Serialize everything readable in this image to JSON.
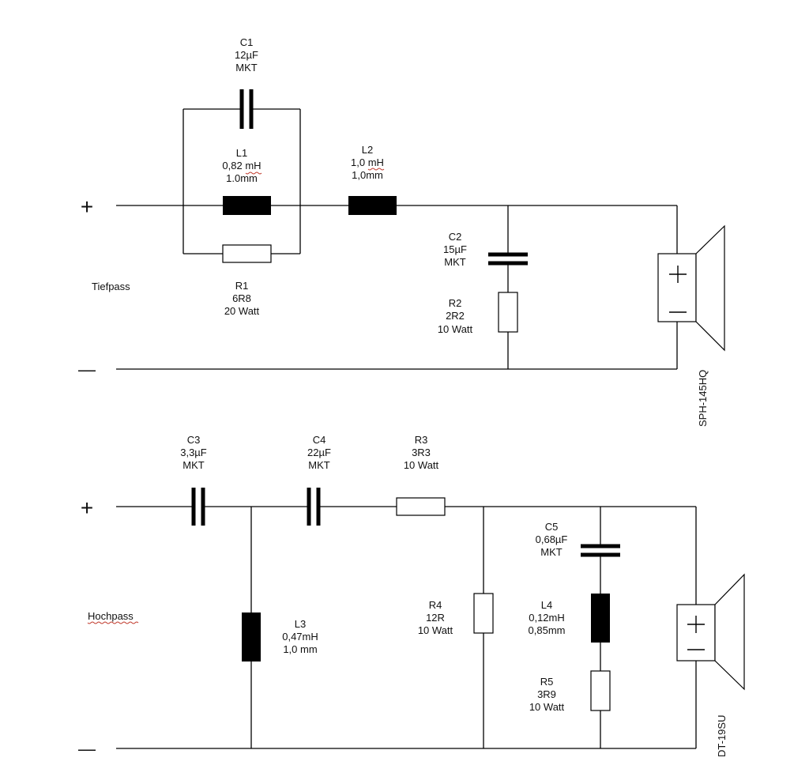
{
  "tiefpass": {
    "title": "Tiefpass",
    "plus": "+",
    "minus": "—",
    "c1": [
      "C1",
      "12µF",
      "MKT"
    ],
    "l1": [
      "L1",
      "0,82 mH",
      "1.0mm"
    ],
    "r1": [
      "R1",
      "6R8",
      "20 Watt"
    ],
    "l2": [
      "L2",
      "1,0 mH",
      "1,0mm"
    ],
    "c2": [
      "C2",
      "15µF",
      "MKT"
    ],
    "r2": [
      "R2",
      "2R2",
      "10 Watt"
    ],
    "speaker": {
      "label": "SPH-145HQ",
      "plus": "+",
      "minus": "—"
    }
  },
  "hochpass": {
    "title": "Hochpass",
    "plus": "+",
    "minus": "—",
    "c3": [
      "C3",
      "3,3µF",
      "MKT"
    ],
    "c4": [
      "C4",
      "22µF",
      "MKT"
    ],
    "r3": [
      "R3",
      "3R3",
      "10 Watt"
    ],
    "l3": [
      "L3",
      "0,47mH",
      "1,0 mm"
    ],
    "r4": [
      "R4",
      "12R",
      "10 Watt"
    ],
    "c5": [
      "C5",
      "0,68µF",
      "MKT"
    ],
    "l4": [
      "L4",
      "0,12mH",
      "0,85mm"
    ],
    "r5": [
      "R5",
      "3R9",
      "10 Watt"
    ],
    "speaker": {
      "label": "DT-19SU",
      "plus": "+",
      "minus": "—"
    }
  }
}
